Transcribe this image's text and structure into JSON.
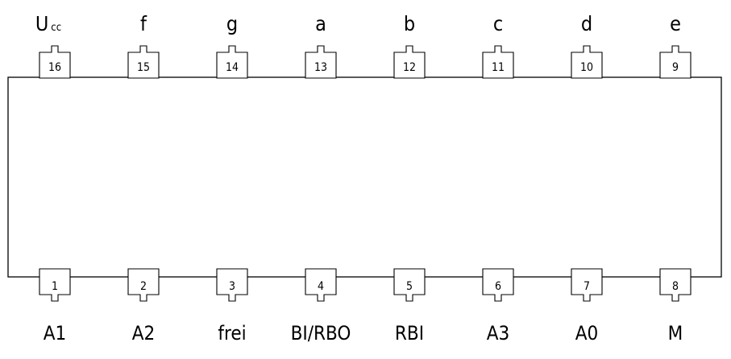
{
  "top_pins": [
    {
      "number": "16",
      "label": "U",
      "label_sub": "cc"
    },
    {
      "number": "15",
      "label": "f",
      "label_sub": ""
    },
    {
      "number": "14",
      "label": "g",
      "label_sub": ""
    },
    {
      "number": "13",
      "label": "a",
      "label_sub": ""
    },
    {
      "number": "12",
      "label": "b",
      "label_sub": ""
    },
    {
      "number": "11",
      "label": "c",
      "label_sub": ""
    },
    {
      "number": "10",
      "label": "d",
      "label_sub": ""
    },
    {
      "number": "9",
      "label": "e",
      "label_sub": ""
    }
  ],
  "bottom_pins": [
    {
      "number": "1",
      "label": "A1"
    },
    {
      "number": "2",
      "label": "A2"
    },
    {
      "number": "3",
      "label": "frei"
    },
    {
      "number": "4",
      "label": "BI/RBO"
    },
    {
      "number": "5",
      "label": "RBI"
    },
    {
      "number": "6",
      "label": "A3"
    },
    {
      "number": "7",
      "label": "A0"
    },
    {
      "number": "8",
      "label": "M"
    }
  ]
}
